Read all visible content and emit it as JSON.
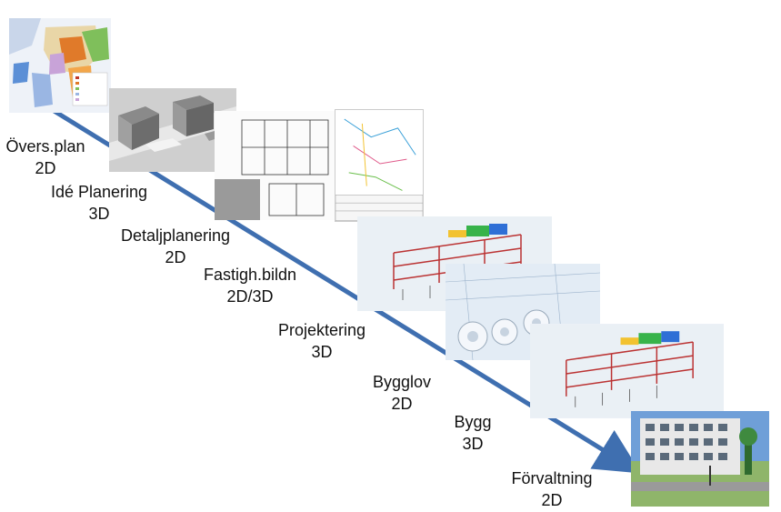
{
  "colors": {
    "arrow": "#3f6fb0",
    "text": "#111111"
  },
  "stages": [
    {
      "name": "Övers.plan",
      "dim": "2D"
    },
    {
      "name": "Idé Planering",
      "dim": "3D"
    },
    {
      "name": "Detaljplanering",
      "dim": "2D"
    },
    {
      "name": "Fastigh.bildn",
      "dim": "2D/3D"
    },
    {
      "name": "Projektering",
      "dim": "3D"
    },
    {
      "name": "Bygglov",
      "dim": "2D"
    },
    {
      "name": "Bygg",
      "dim": "3D"
    },
    {
      "name": "Förvaltning",
      "dim": "2D"
    }
  ],
  "images": [
    {
      "icon": "zoning-map-image"
    },
    {
      "icon": "3d-city-model-image"
    },
    {
      "icon": "floor-plan-image"
    },
    {
      "icon": "property-map-image"
    },
    {
      "icon": "bim-structure-image"
    },
    {
      "icon": "rolled-blueprints-image"
    },
    {
      "icon": "bim-structure-image"
    },
    {
      "icon": "finished-building-photo"
    }
  ]
}
